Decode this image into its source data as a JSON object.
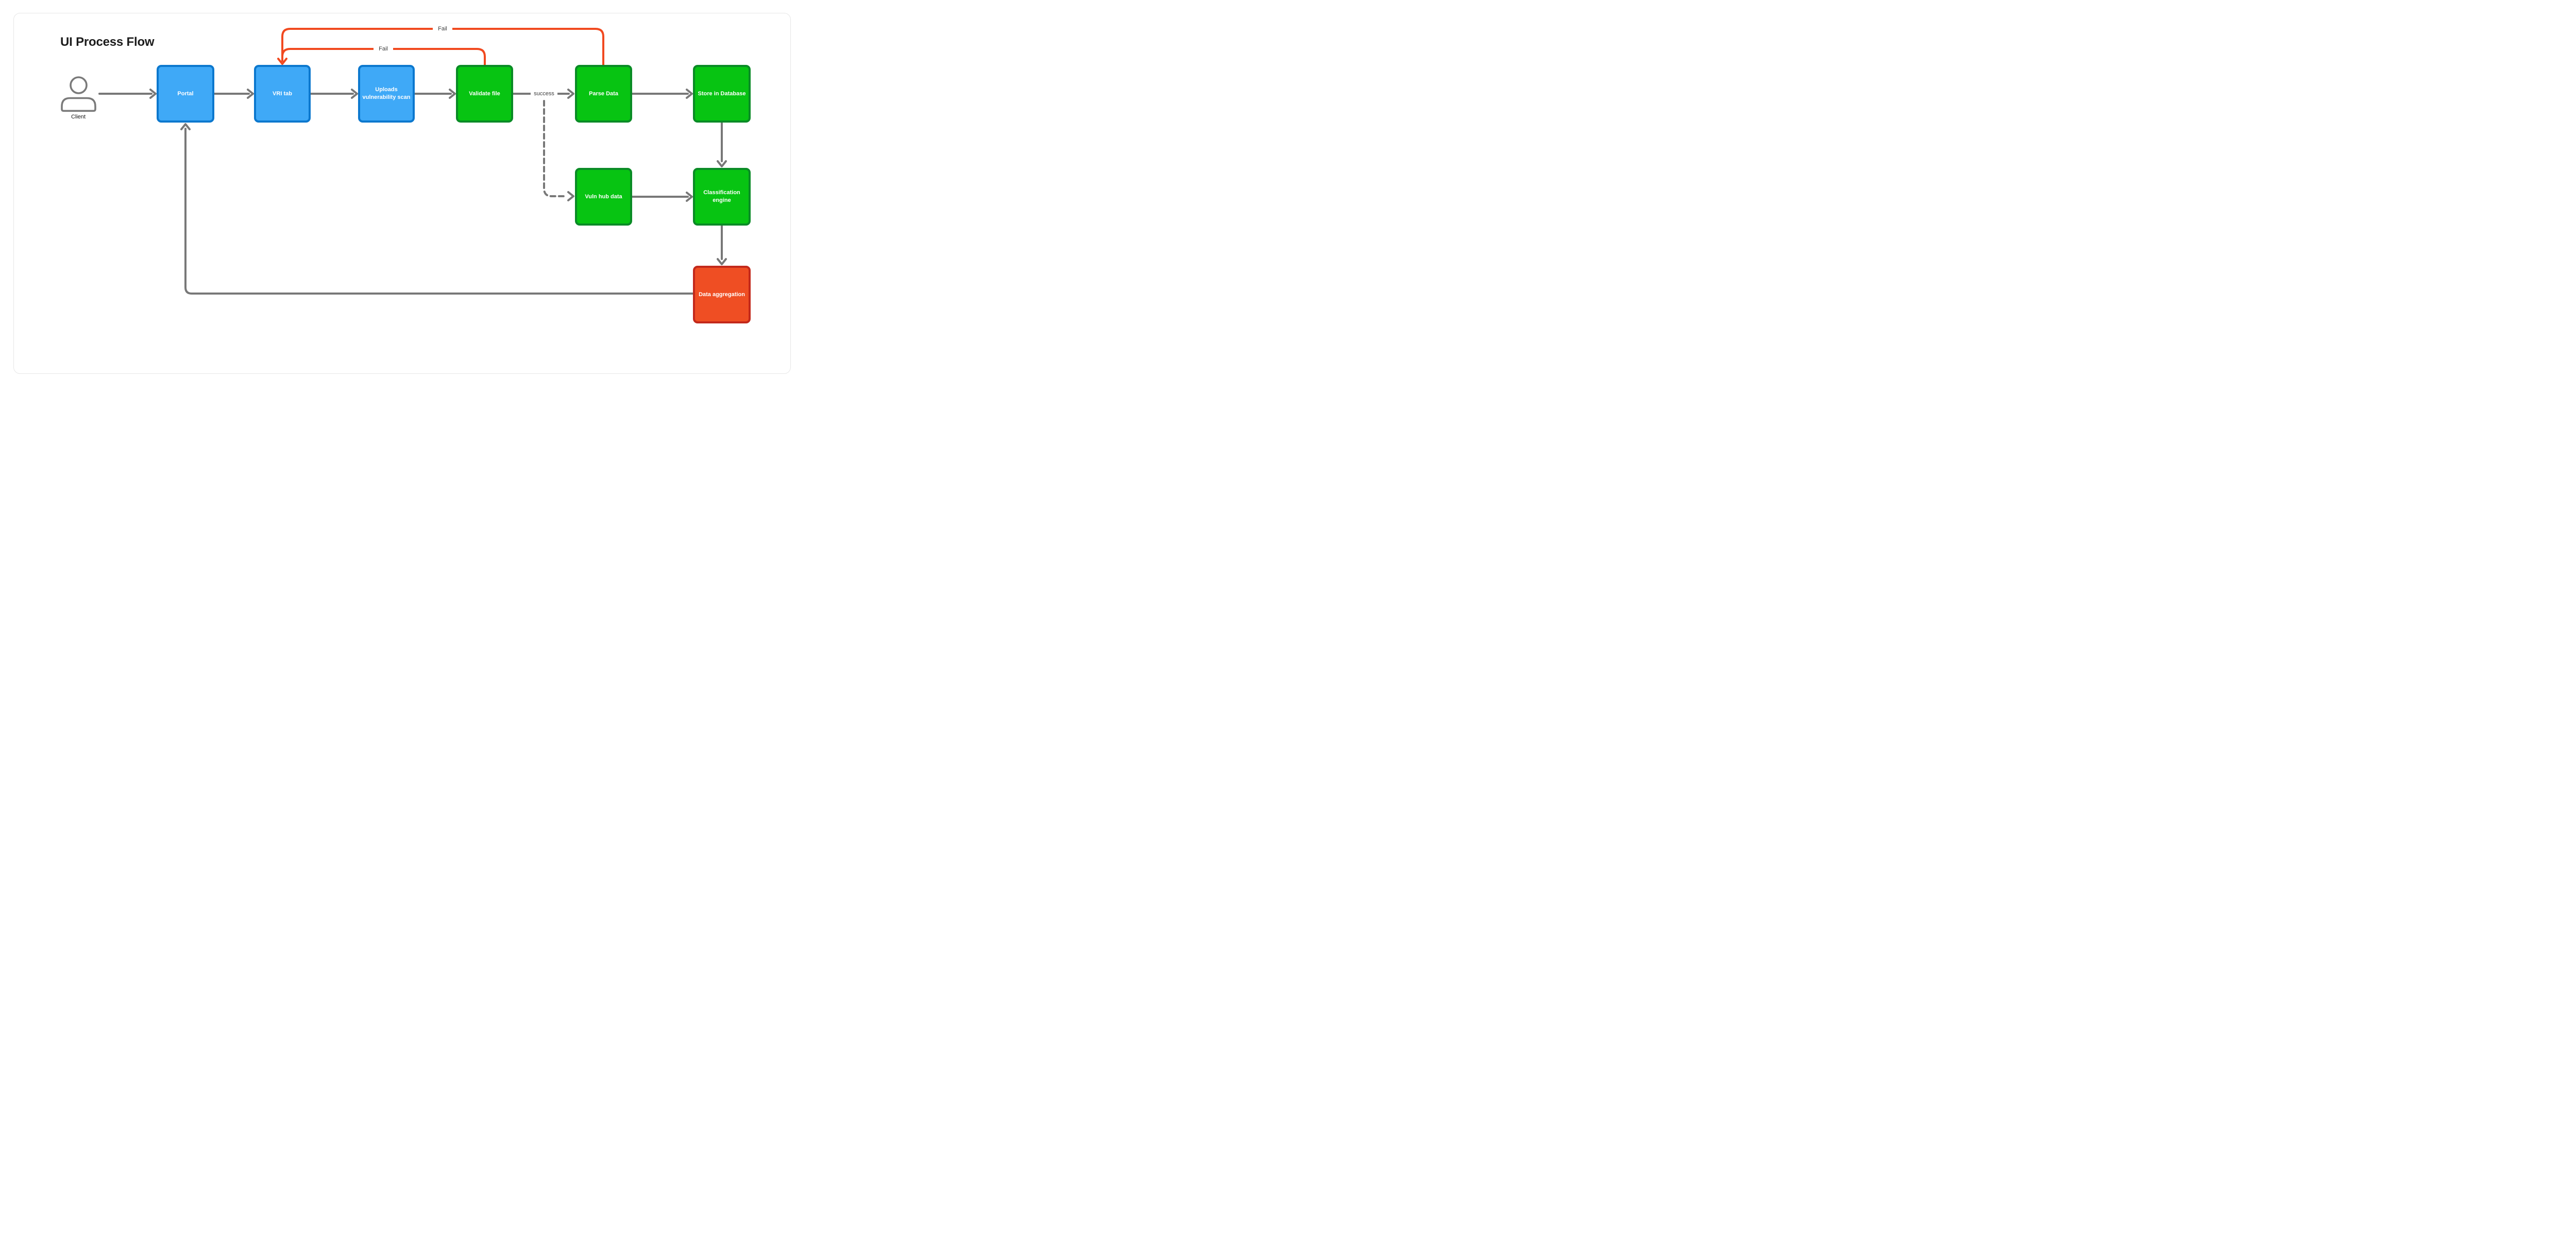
{
  "page": {
    "title": "UI Process Flow"
  },
  "actor": {
    "label": "Client"
  },
  "nodes": {
    "portal": {
      "label": "Portal",
      "type": "blue"
    },
    "vri_tab": {
      "label": "VRI tab",
      "type": "blue"
    },
    "uploads": {
      "label": "Uploads vulnerability scan",
      "type": "blue"
    },
    "validate": {
      "label": "Validate file",
      "type": "green"
    },
    "parse": {
      "label": "Parse Data",
      "type": "green"
    },
    "store": {
      "label": "Store in Database",
      "type": "green"
    },
    "vuln_hub": {
      "label": "Vuln hub data",
      "type": "green"
    },
    "classification": {
      "label": "Classification engine",
      "type": "green"
    },
    "aggregation": {
      "label": "Data aggregation",
      "type": "red"
    }
  },
  "edge_labels": {
    "success": "success",
    "fail_from_validate": "Fail",
    "fail_from_parse": "Fail"
  },
  "colors": {
    "blue_fill": "#3fa9f7",
    "blue_border": "#0c78ce",
    "green_fill": "#07c412",
    "green_border": "#0a8b26",
    "red_fill": "#ef4e23",
    "red_border": "#c3291b",
    "edge_gray": "#787878",
    "edge_red": "#f1491f",
    "frame_border": "#e6e6e6"
  }
}
